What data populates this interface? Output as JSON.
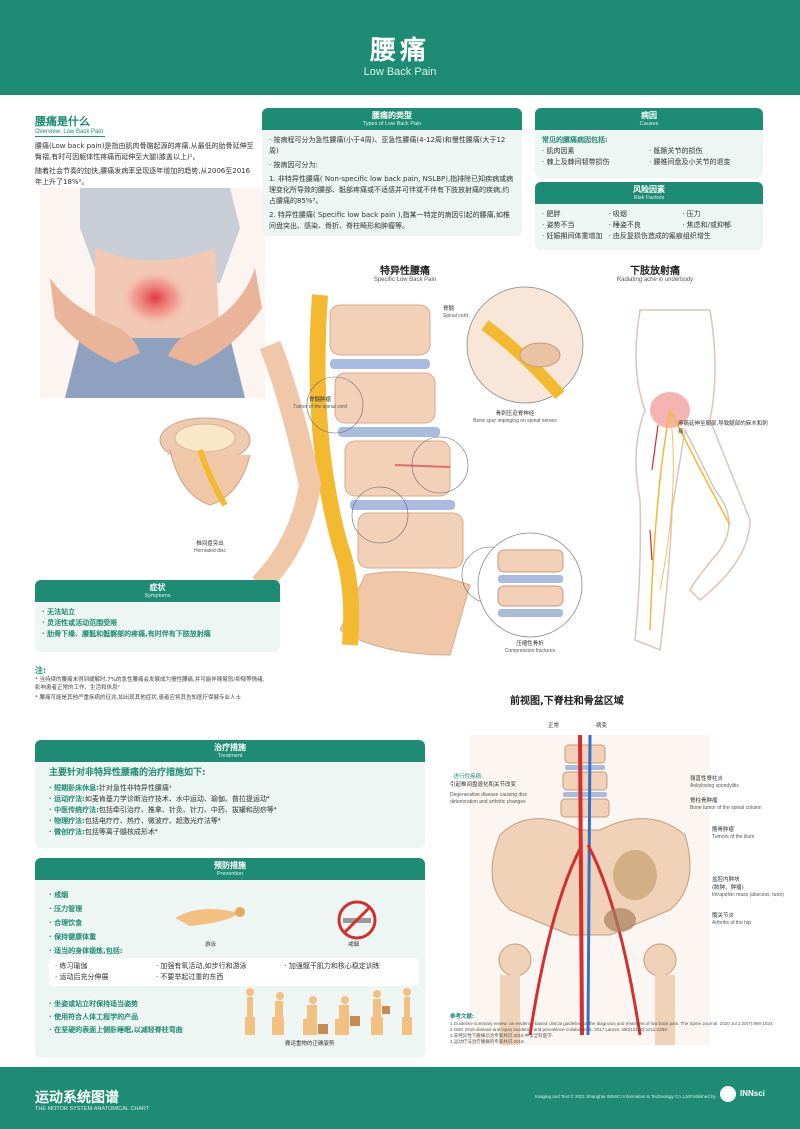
{
  "header": {
    "title": "腰痛",
    "subtitle": "Low Back Pain"
  },
  "overview": {
    "title": "腰痛是什么",
    "subtitle": "Overview: Low Back Pain",
    "para1": "腰痛(Low back pain)是指由肌肉骨骼起源的疼痛,从最低的肋骨延伸至臀褶,有时可因躯体性疼痛而延伸至大腿(膝盖以上)¹。",
    "para2": "随着社会节奏的加快,腰痛发病率呈现逐年增加的趋势,从2006至2016年上升了18%²。"
  },
  "types": {
    "title": "腰痛的类型",
    "subtitle": "Types of Low Back Pain",
    "line1": "· 按病程可分为急性腰痛(小于4周)、亚急性腰痛(4-12周)和慢性腰痛(大于12周)",
    "line2": "· 按病因可分为:",
    "line3": "1. 非特异性腰痛( Non-specific low back pain, NSLBP),指排除已知疾病或病理变化所导致的腰部、骶部疼痛或不适感并可伴或不伴有下肢放射痛的疾病,约占腰痛的85%³。",
    "line4": "2. 特异性腰痛( Specific low back pain ),指某一特定的病因引起的腰痛,如椎间盘突出、感染、骨折、脊柱畸形和肿瘤等。"
  },
  "causes": {
    "title": "病因",
    "subtitle": "Causes",
    "intro": "常见的腰痛病因包括:",
    "items": [
      "· 肌肉因素",
      "· 骶髂关节的损伤",
      "· 棘上及棘间韧带损伤",
      "· 腰椎间盘及小关节的退变"
    ]
  },
  "risks": {
    "title": "风险因素",
    "subtitle": "Risk Factors",
    "items": [
      "· 肥胖",
      "· 吸烟",
      "· 压力",
      "· 姿势不当",
      "· 睡姿不良",
      "· 焦虑和/或抑郁",
      "· 妊娠期间体重增加",
      "· 由反复损伤造成的瘢痕组织增生"
    ]
  },
  "figure_specific": {
    "title": "特异性腰痛",
    "subtitle": "Specific Low Back Pain",
    "spinal_cord_cn": "脊髓",
    "spinal_cord_en": "Spinal cord",
    "tumor_cn": "脊髓肿瘤",
    "tumor_en": "Tumor of the spinal cord",
    "spur_cn": "骨刺压迫脊神经",
    "spur_en": "Bone spur impinging on spinal nerves",
    "herniated_cn": "椎间盘突出",
    "herniated_en": "Herniated disc",
    "fracture_cn": "压缩性骨折",
    "fracture_en": "Compression fractures"
  },
  "figure_radiating": {
    "title": "下肢放射痛",
    "subtitle": "Radiating ache in underbody",
    "note": "疼痛延伸至腿部,导致腿部的麻木和刺痛"
  },
  "symptoms": {
    "title": "症状",
    "subtitle": "Symptoms",
    "items": [
      "· 无法站立",
      "· 灵活性或活动范围受限",
      "· 肋骨下缘、腰骶和骶髂部的疼痛,有时伴有下肢放射痛"
    ]
  },
  "notes": {
    "title": "注:",
    "line1": "* 当持续的腰痛未得到缓解时,7%的急性腰痛会发展成为慢性腰痛,并可能伴随易怒/抑郁等情绪,影响患者正常的工作、生活和休息²",
    "line2": "* 腰痛可能是其他严重疾病的征兆,如出现其他症状,患者应将其告知医疗保健专业人士"
  },
  "front_view": {
    "title": "前视图,下脊柱和骨盆区域",
    "normal": "正常",
    "lesion": "病变",
    "degen_cn": "· 进行性疾病:",
    "degen_cn2": "引起椎间盘退化和关节改变",
    "degen_en": "Degenerative disease causing disc deterioration and arthritic changes",
    "as_cn": "强直性脊柱炎",
    "as_en": "Ankylosing spondylitis",
    "bone_tumor_cn": "脊柱骨肿瘤",
    "bone_tumor_en": "Bone tumor of the spinal column",
    "ilium_cn": "髂骨肿瘤",
    "ilium_en": "Tumors of the ilium",
    "mass_cn": "盆腔内肿块",
    "mass_cn2": "(脓肿、肿瘤)",
    "mass_en": "Intrapelvic mass (abscess, tutor)",
    "hip_cn": "髋关节炎",
    "hip_en": "Arthritis of the hip"
  },
  "treatment": {
    "title": "治疗措施",
    "subtitle": "Treatment",
    "headline": "主要针对非特异性腰痛的治疗措施如下:",
    "items": [
      {
        "k": "· 短期卧床休息:",
        "v": "针对急性非特异性腰痛¹"
      },
      {
        "k": "· 运动疗法:",
        "v": "如麦肯基力学诊断治疗技术、水中运动、瑜伽、普拉提运动⁴"
      },
      {
        "k": "· 中医传统疗法:",
        "v": "包括牵引治疗、推拿、针灸、针刀、中药、拔罐和刮痧等⁴"
      },
      {
        "k": "· 物理疗法:",
        "v": "包括电疗疗、热疗、微波疗、超激光疗法等⁴"
      },
      {
        "k": "· 微创疗法:",
        "v": "包括等离子髓核成形术⁴"
      }
    ]
  },
  "prevention": {
    "title": "预防措施",
    "subtitle": "Prevention",
    "items": [
      "· 戒烟",
      "· 压力管理",
      "· 合理饮食",
      "· 保持健康体重",
      "· 适当的身体锻炼,包括:"
    ],
    "swim": "游泳",
    "smoke": "戒烟",
    "ex1": "· 练习瑜伽",
    "ex2": "· 运动后充分伸展",
    "ex3": "· 加强有氧活动,如步行和游泳",
    "ex4": "· 不要举起过重的东西",
    "ex5": "· 加强髋干肌力和核心稳定训练",
    "more": [
      "· 坐姿或站立时保持适当姿势",
      "· 使用符合人体工程学的产品",
      "· 在坚硬的表面上侧卧睡眠,以减轻脊柱弯曲"
    ],
    "lift_caption": "搬运重物的正确姿势"
  },
  "references": {
    "title": "参考文献:",
    "items": [
      "1.Guideline summary review: an evidence-based clinical guideline for the diagnosis and treatment of low back pain. The Spine Journal. 2020 Jul 1;20(7):998-1024.",
      "2.GBD 2016 disease and injury incidence and prevalence collaborators. 2017.Lancet. 390(10100):1211-1259.",
      "3.非特异性下腰痛诊治专家共识.2019.中华全科医学.",
      "4.运动疗法治疗腰痛的专家共识.2019."
    ]
  },
  "footer": {
    "title": "运动系统图谱",
    "subtitle": "THE MOTOR SYSTEM-ANATOMICAL CHART",
    "credit": "Imaging and Text © 2021 Shanghai INNSCI Information & Technology Co.,Ltd.",
    "published": "Published by",
    "brand": "INNsci"
  }
}
